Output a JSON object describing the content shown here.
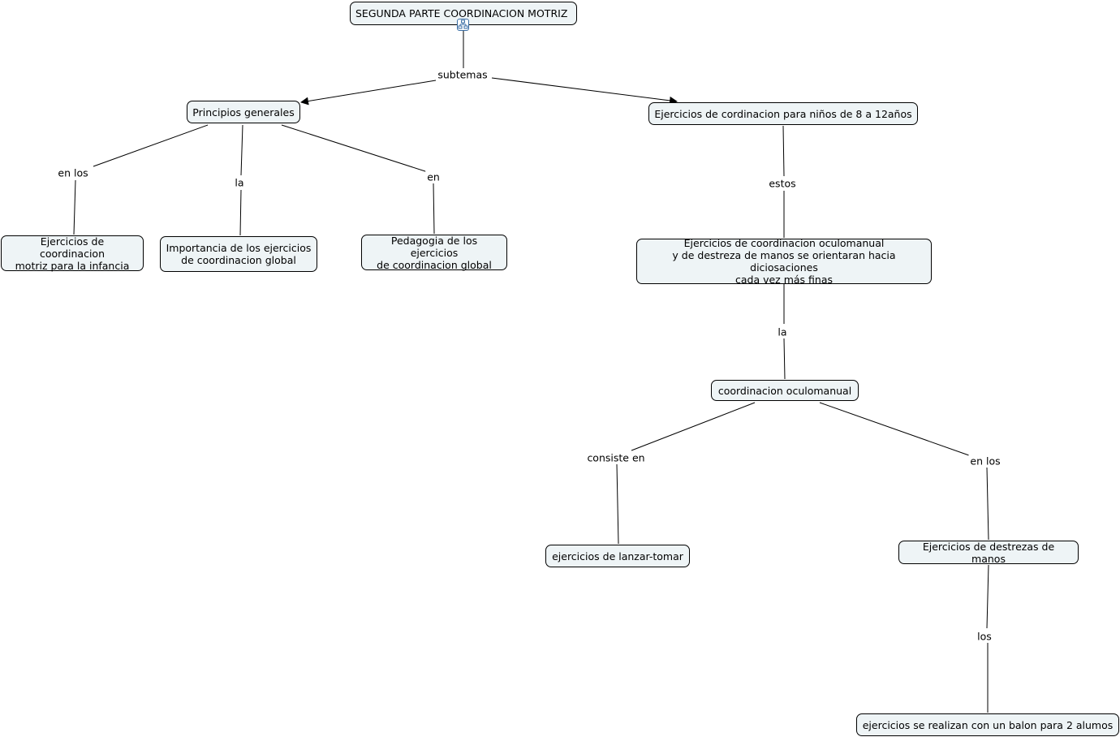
{
  "nodes": {
    "root": "SEGUNDA PARTE COORDINACION MOTRIZ",
    "principios": "Principios generales",
    "ejercicios_8_12": "Ejercicios de cordinacion para niños de 8 a 12años",
    "motriz_infancia": "Ejercicios de coordinacion\nmotriz para la infancia",
    "importancia": "Importancia de los ejercicios\nde coordinacion global",
    "pedagogia": "Pedagogia de los ejercicios\nde coordinacion global",
    "oculomanual_destreza": "Ejercicios de coordinacion oculomanual\ny de destreza de manos se orientaran hacia diciosaciones\ncada vez más finas",
    "coordinacion_oculomanual": "coordinacion oculomanual",
    "lanzar_tomar": "ejercicios de lanzar-tomar",
    "destrezas_manos": "Ejercicios de destrezas de manos",
    "balon": "ejercicios  se realizan con un balon para 2 alumos"
  },
  "links": {
    "subtemas": "subtemas",
    "en_los_1": "en los",
    "la_1": "la",
    "en": "en",
    "estos": "estos",
    "la_2": "la",
    "consiste_en": "consiste en",
    "en_los_2": "en los",
    "los": "los"
  },
  "icons": {
    "root_expand": "concept-map-icon"
  },
  "colors": {
    "node_fill": "#eef4f6",
    "border": "#000000",
    "icon_accent": "#3a6ea5"
  }
}
